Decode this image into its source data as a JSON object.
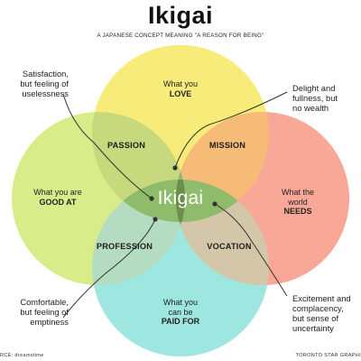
{
  "header": {
    "title": "Ikigai",
    "subtitle": "A JAPANESE CONCEPT MEANING \"A REASON FOR BEING\""
  },
  "circles": {
    "love": {
      "line1": "What you",
      "line2": "LOVE",
      "color": "#f7ec7a"
    },
    "good_at": {
      "line1": "What you are",
      "line2": "GOOD AT",
      "color": "#d9ec8a"
    },
    "needs": {
      "line1": "What the",
      "line2": "world",
      "line3": "NEEDS",
      "color": "#f9a796"
    },
    "paid_for": {
      "line1": "What you",
      "line2": "can be",
      "line3": "PAID FOR",
      "color": "#9ee6e0"
    }
  },
  "intersections": {
    "passion": "PASSION",
    "mission": "MISSION",
    "profession": "PROFESSION",
    "vocation": "VOCATION",
    "center": "Ikigai"
  },
  "colors": {
    "passion": "#c7d97c",
    "mission": "#f7bb78",
    "profession": "#b4dcc0",
    "vocation": "#d4c6a8",
    "inner_petal": "#8fbc6a",
    "center": "#6a8d4c",
    "leader": "#333333"
  },
  "notes": {
    "top_left": [
      "Satisfaction,",
      "but feeling of",
      "uselessness"
    ],
    "top_right": [
      "Delight and",
      "fullness, but",
      "no wealth"
    ],
    "bottom_left": [
      "Comfortable,",
      "but feeling of",
      "emptiness"
    ],
    "bottom_right": [
      "Excitement and",
      "complacency,",
      "but sense of",
      "uncertainty"
    ]
  },
  "credits": {
    "left": "RCE: dreamstime",
    "right": "TORONTO STAR GRAPHI"
  }
}
